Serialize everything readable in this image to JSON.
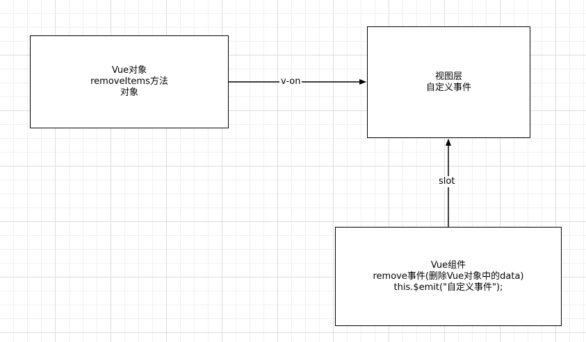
{
  "diagram": {
    "nodes": {
      "vue_object": {
        "lines": [
          "Vue对象",
          "removeItems方法",
          "对象"
        ]
      },
      "view_layer": {
        "lines": [
          "视图层",
          "自定义事件"
        ]
      },
      "vue_component": {
        "lines": [
          "Vue组件",
          "remove事件(删除Vue对象中的data)",
          "this.$emit(\"自定义事件\");"
        ]
      }
    },
    "edges": {
      "v_on": {
        "label": "v-on",
        "from": "vue_object",
        "to": "view_layer"
      },
      "slot": {
        "label": "slot",
        "from": "vue_component",
        "to": "view_layer"
      }
    },
    "colors": {
      "stroke": "#000000",
      "grid_major": "#dcdcdc",
      "grid_minor": "#f0f0f0"
    }
  }
}
